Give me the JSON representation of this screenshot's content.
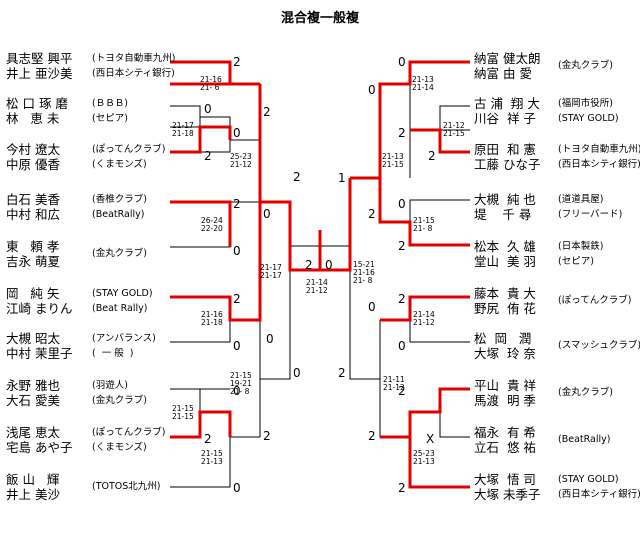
{
  "title": "混合複一般複",
  "left_entries": [
    {
      "p1": "具志堅 興平",
      "p2": "井上 亜沙美",
      "club1": "(トヨタ自動車九州)",
      "club2": "(西日本シティ銀行)"
    },
    {
      "p1": "松 口 琢 磨",
      "p2": "林   恵 未",
      "club1": "(ＢＢＢ)",
      "club2": "(セピア)"
    },
    {
      "p1": "今村 遼太",
      "p2": "中原 優香",
      "club1": "(ぽってんクラブ)",
      "club2": "(くまモンズ)"
    },
    {
      "p1": "白石 美香",
      "p2": "中村 和広",
      "club1": "(香椎クラブ)",
      "club2": "(BeatRally)"
    },
    {
      "p1": "東   頼 孝",
      "p2": "吉永 萌夏",
      "club": "(金丸クラブ)"
    },
    {
      "p1": "岡   純 矢",
      "p2": "江崎 まりん",
      "club1": "(STAY GOLD)",
      "club2": "(Beat Rally)"
    },
    {
      "p1": "大槻 昭太",
      "p2": "中村 茉里子",
      "club1": "(アンバランス)",
      "club2": "(  一 般  )"
    },
    {
      "p1": "永野 雅也",
      "p2": "大石 愛美",
      "club1": "(羽遊人)",
      "club2": "(金丸クラブ)"
    },
    {
      "p1": "浅尾 恵太",
      "p2": "宅島 あや子",
      "club1": "(ぽってんクラブ)",
      "club2": "(くまモンズ)"
    },
    {
      "p1": "飯 山   輝",
      "p2": "井上 美沙",
      "club": "(TOTOS北九州)"
    }
  ],
  "right_entries": [
    {
      "p1": "納富 健太朗",
      "p2": "納富 由 愛",
      "club": "(金丸クラブ)"
    },
    {
      "p1": "古 浦  翔 大",
      "p2": "川谷  祥 子",
      "club1": "(福岡市役所)",
      "club2": "(STAY GOLD)"
    },
    {
      "p1": "原田  和 憲",
      "p2": "工藤 ひな子",
      "club1": "(トヨタ自動車九州)",
      "club2": "(西日本シティ銀行)"
    },
    {
      "p1": "大槻  純 也",
      "p2": "堤    千 尋",
      "club1": "(道道具屋)",
      "club2": "(フリーバード)"
    },
    {
      "p1": "松本  久 雄",
      "p2": "堂山  美 羽",
      "club1": "(日本製鉄)",
      "club2": "(セピア)"
    },
    {
      "p1": "藤本  貴 大",
      "p2": "野尻  侑 花",
      "club": "(ぽってんクラブ)"
    },
    {
      "p1": "松  岡   潤",
      "p2": "大塚  玲 奈",
      "club": "(スマッシュクラブ)"
    },
    {
      "p1": "平山  貴 祥",
      "p2": "馬渡  明 季",
      "club": "(金丸クラブ)"
    },
    {
      "p1": "福永  有 希",
      "p2": "立石  悠 祐",
      "club": "(BeatRally)"
    },
    {
      "p1": "大塚  悟 司",
      "p2": "大塚 未季子",
      "club1": "(STAY GOLD)",
      "club2": "(西日本シティ銀行)"
    }
  ],
  "scores": {
    "L1": "2",
    "L2": "0",
    "L3": "2",
    "L4": "2",
    "L5": "0",
    "L6": "2",
    "L7": "0",
    "L8": "0",
    "L9": "2",
    "L10": "0",
    "LR1": "0",
    "LR2": "2",
    "LR3": "0",
    "LR4": "2",
    "LQ1": "2",
    "LQ2": "0",
    "LS": "2",
    "LF": "0",
    "R1": "0",
    "R2": "2",
    "R3": "2",
    "R4": "0",
    "R5": "2",
    "R6": "2",
    "R7": "0",
    "R8": "2",
    "R9": "X",
    "R10": "2",
    "RR1": "0",
    "RR2": "2",
    "RR3": "0",
    "RR4": "2",
    "RQ1": "1",
    "RQ2": "2",
    "RS": "2",
    "RF": "0"
  },
  "game_scores": {
    "l1": "21-16\n21- 6",
    "l2": "21-17\n21-18",
    "l3": "25-23\n21-12",
    "l4": "26-24\n22-20",
    "l5": "21-17\n21-17",
    "l6": "21-16\n21-18",
    "l7": "21-15\n19-21\n21- 8",
    "l8": "21-15\n21-15",
    "l9": "21-15\n21-13",
    "final": "21-14\n21-12",
    "r1": "21-13\n21-14",
    "r2": "21-12\n21-15",
    "r3": "21-13\n21-15",
    "r4": "21-15\n21- 8",
    "r5": "15-21\n21-16\n21- 8",
    "r6": "21-14\n21-12",
    "r7": "21-11\n21-12",
    "r8": "25-23\n21-13"
  }
}
